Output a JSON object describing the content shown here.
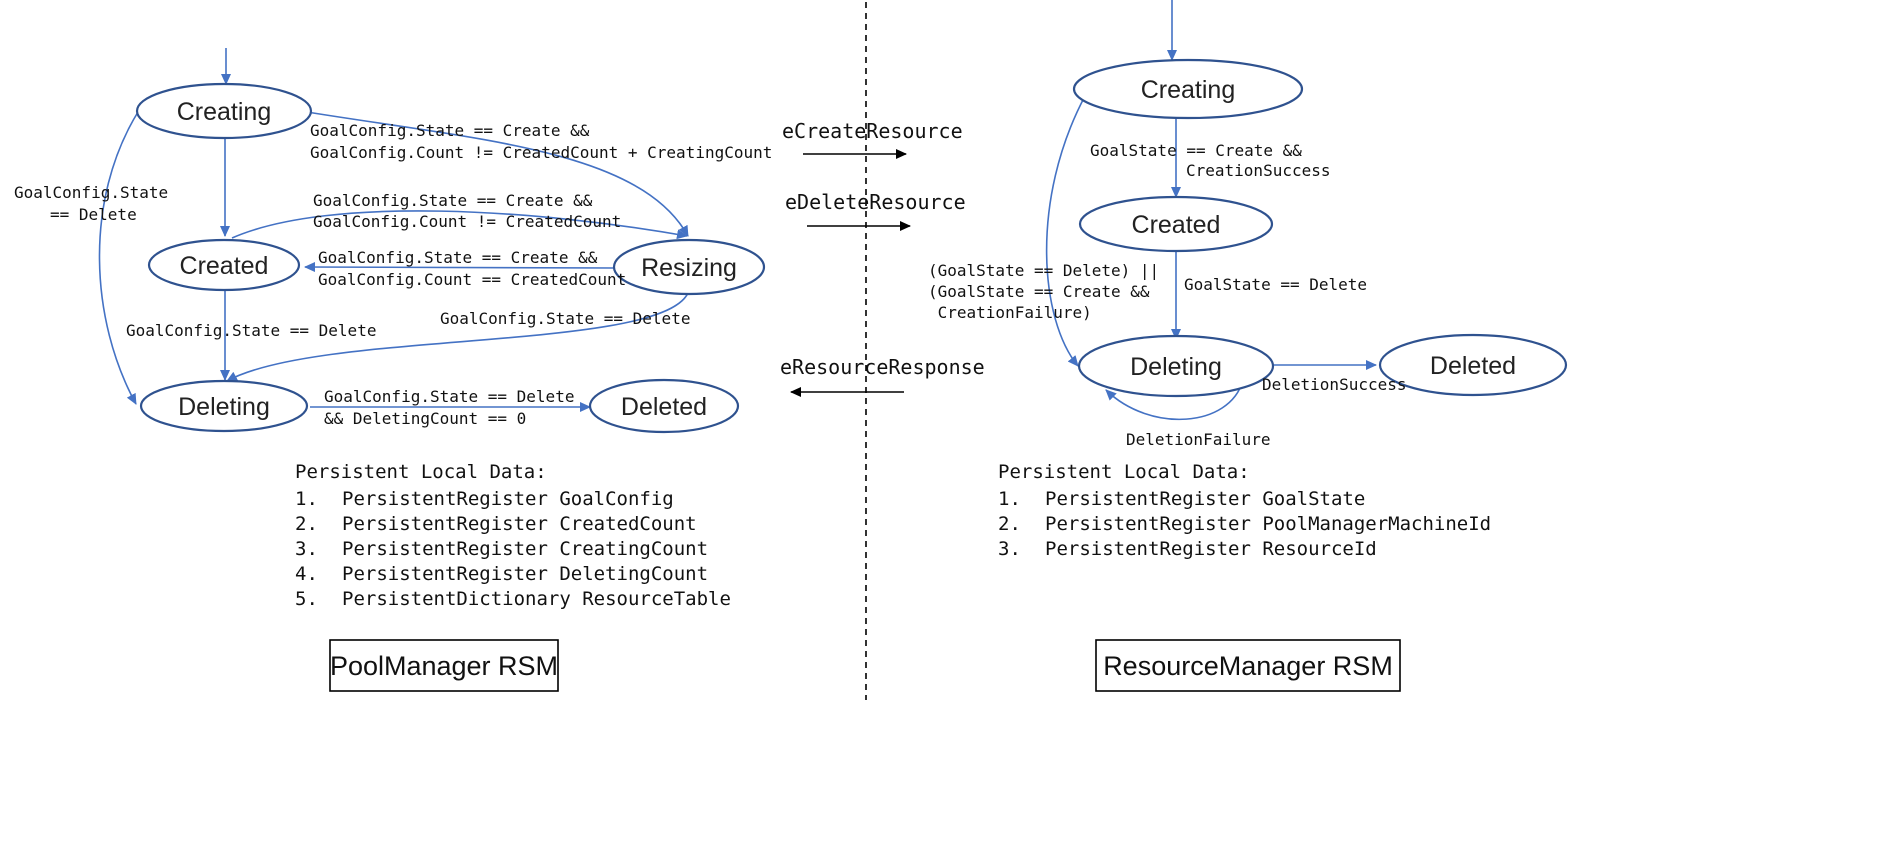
{
  "pool_manager": {
    "states": {
      "creating": "Creating",
      "created": "Created",
      "resizing": "Resizing",
      "deleting": "Deleting",
      "deleted": "Deleted"
    },
    "transitions": {
      "creating_to_resizing": [
        "GoalConfig.State == Create &&",
        "GoalConfig.Count != CreatedCount + CreatingCount"
      ],
      "creating_to_deleting": [
        "GoalConfig.State",
        "== Delete"
      ],
      "created_to_resizing": [
        "GoalConfig.State == Create &&",
        "GoalConfig.Count != CreatedCount"
      ],
      "resizing_to_created": [
        "GoalConfig.State == Create &&",
        "GoalConfig.Count == CreatedCount"
      ],
      "created_to_deleting": [
        "GoalConfig.State == Delete"
      ],
      "resizing_to_deleting": [
        "GoalConfig.State == Delete"
      ],
      "deleting_to_deleted": [
        "GoalConfig.State == Delete",
        "&& DeletingCount == 0"
      ]
    },
    "persistent_data": {
      "heading": "Persistent Local Data:",
      "items": [
        {
          "num": "1.",
          "text": "PersistentRegister GoalConfig"
        },
        {
          "num": "2.",
          "text": "PersistentRegister CreatedCount"
        },
        {
          "num": "3.",
          "text": "PersistentRegister CreatingCount"
        },
        {
          "num": "4.",
          "text": "PersistentRegister DeletingCount"
        },
        {
          "num": "5.",
          "text": "PersistentDictionary ResourceTable"
        }
      ]
    },
    "title": "PoolManager RSM"
  },
  "events": {
    "create": "eCreateResource",
    "delete": "eDeleteResource",
    "response": "eResourceResponse"
  },
  "resource_manager": {
    "states": {
      "creating": "Creating",
      "created": "Created",
      "deleting": "Deleting",
      "deleted": "Deleted"
    },
    "transitions": {
      "creating_to_created": [
        "GoalState == Create &&",
        "CreationSuccess"
      ],
      "created_to_deleting": [
        "GoalState == Delete"
      ],
      "creating_to_deleting": [
        "(GoalState == Delete) ||",
        "(GoalState == Create &&",
        " CreationFailure)"
      ],
      "deleting_to_deleted": [
        "DeletionSuccess"
      ],
      "deleting_self": [
        "DeletionFailure"
      ]
    },
    "persistent_data": {
      "heading": "Persistent Local Data:",
      "items": [
        {
          "num": "1.",
          "text": "PersistentRegister GoalState"
        },
        {
          "num": "2.",
          "text": "PersistentRegister PoolManagerMachineId"
        },
        {
          "num": "3.",
          "text": "PersistentRegister ResourceId"
        }
      ]
    },
    "title": "ResourceManager RSM"
  },
  "colors": {
    "state_stroke": "#2f528f",
    "edge": "#4472c4",
    "text": "#111111"
  }
}
